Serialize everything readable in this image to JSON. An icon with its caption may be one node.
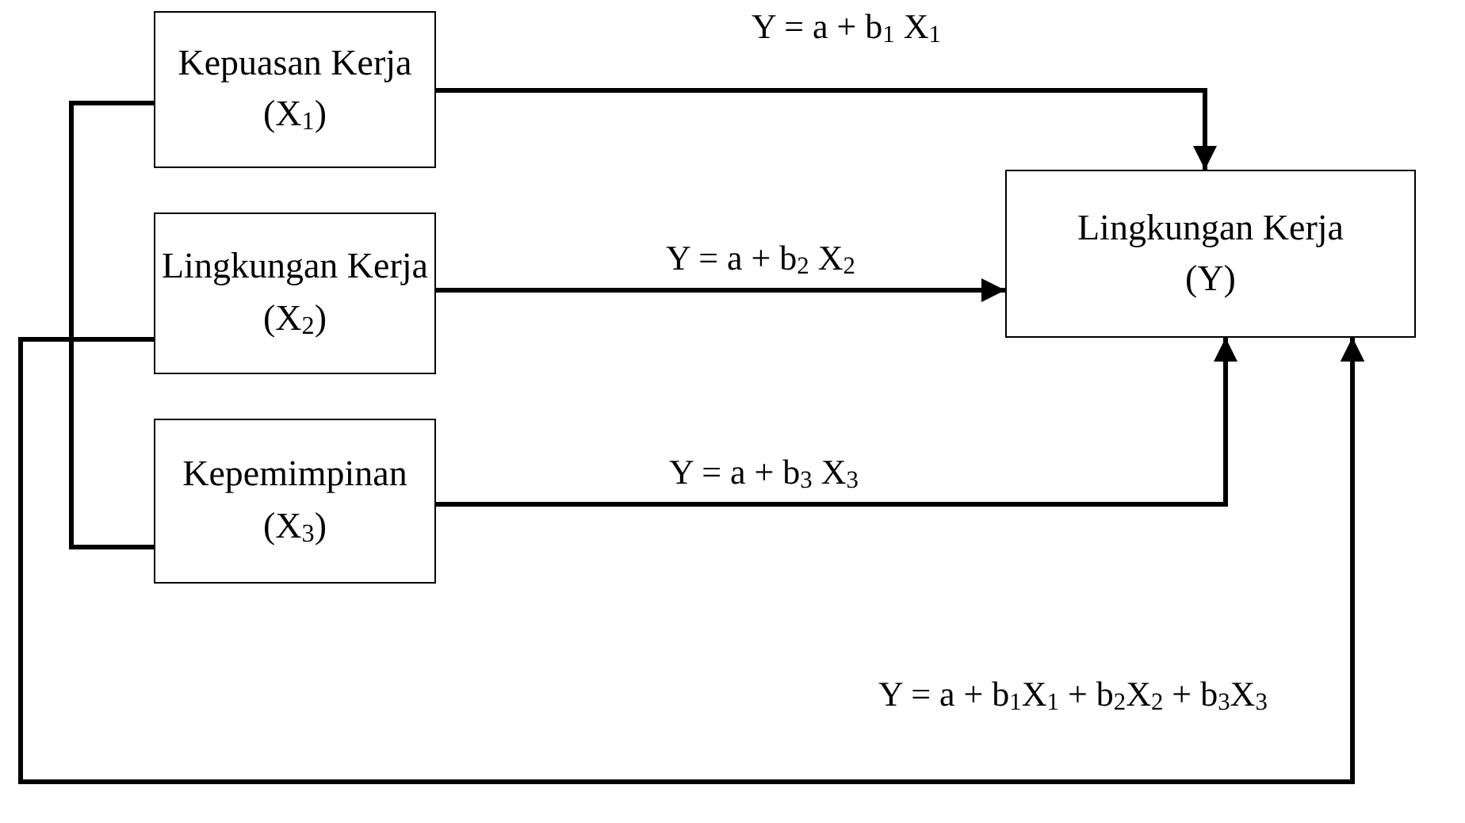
{
  "diagram": {
    "nodes": [
      {
        "text": [
          "Kepuasan Kerja",
          "(X$_{1}$)"
        ]
      },
      {
        "text": [
          "Lingkungan Kerja",
          "(X$_{2}$)"
        ]
      },
      {
        "text": [
          "Kepemimpinan",
          "(X$_{3}$)"
        ]
      },
      {
        "text": [
          "Lingkungan Kerja",
          "(Y)"
        ]
      }
    ],
    "edges": [
      {
        "from": 0,
        "to": 3,
        "arrow": "to",
        "label": "Y = a + b$_{1}$ X$_{1}$"
      },
      {
        "from": 1,
        "to": 3,
        "arrow": "to",
        "label": "Y = a + b$_{2}$ X$_{2}$"
      },
      {
        "from": 2,
        "to": 3,
        "arrow": "to",
        "label": "Y = a + b$_{3}$ X$_{3}$"
      },
      {
        "from": 0,
        "to": 3,
        "arrow": "to"
      },
      {
        "from": 1,
        "to": 3,
        "arrow": "to",
        "label": "Y = a + b$_{1}$X$_{1}$ + b$_{2}$X$_{2}$ + b$_{3}$X$_{3}$"
      },
      {
        "from": 2,
        "to": 3,
        "arrow": "to"
      }
    ]
  }
}
